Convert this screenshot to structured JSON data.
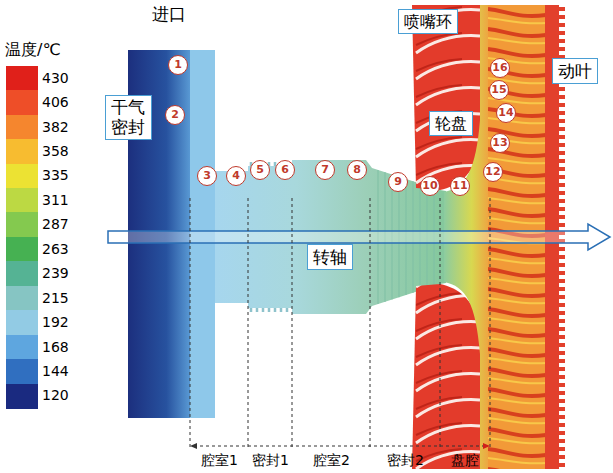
{
  "diagram": {
    "nodes": [
      {
        "text": [
          "干气密封"
        ]
      },
      {
        "text": [
          "喷嘴环"
        ]
      },
      {
        "text": [
          "轮盘"
        ]
      },
      {
        "text": [
          "动叶"
        ]
      },
      {
        "text": [
          "转轴"
        ]
      }
    ],
    "labels": [
      "温度/℃",
      "进口",
      "1",
      "2",
      "3",
      "4",
      "5",
      "6",
      "7",
      "8",
      "9",
      "10",
      "11",
      "12",
      "13",
      "14",
      "15",
      "16",
      "腔室1",
      "密封1",
      "腔室2",
      "密封2",
      "盘腔"
    ],
    "legend": [
      {
        "text": "430",
        "color": "#e0201a"
      },
      {
        "text": "406",
        "color": "#ee4e28"
      },
      {
        "text": "382",
        "color": "#f5862e"
      },
      {
        "text": "358",
        "color": "#f7bc30"
      },
      {
        "text": "335",
        "color": "#ece233"
      },
      {
        "text": "311",
        "color": "#bcd943"
      },
      {
        "text": "287",
        "color": "#84c94f"
      },
      {
        "text": "263",
        "color": "#46b152"
      },
      {
        "text": "239",
        "color": "#55b394"
      },
      {
        "text": "215",
        "color": "#86c5c3"
      },
      {
        "text": "192",
        "color": "#92cbe4"
      },
      {
        "text": "168",
        "color": "#5ea6df"
      },
      {
        "text": "144",
        "color": "#306fc0"
      },
      {
        "text": "120",
        "color": "#1a2a80"
      }
    ]
  }
}
